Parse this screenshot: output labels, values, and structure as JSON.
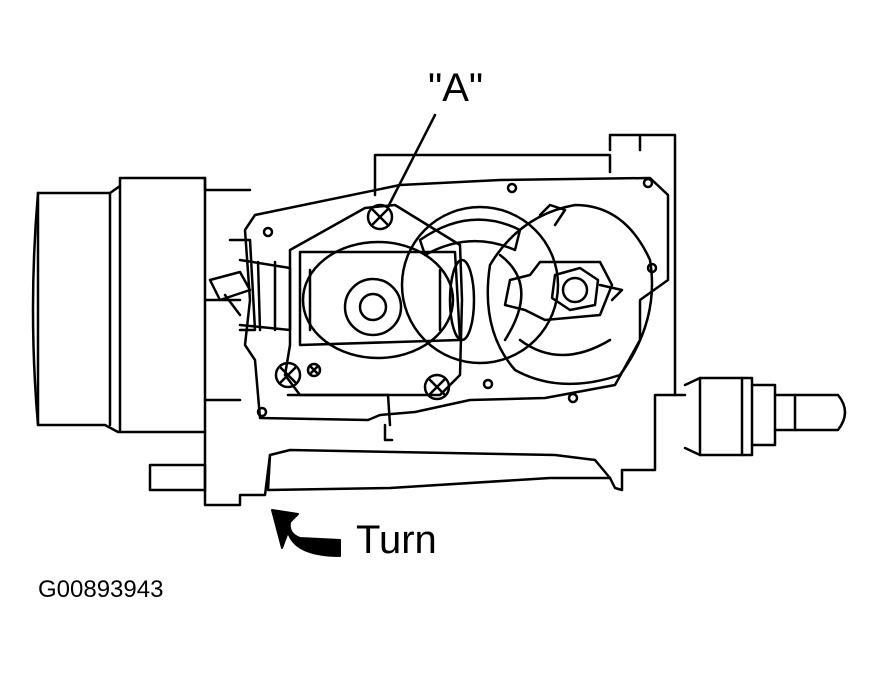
{
  "labels": {
    "callout_a": "\"A\"",
    "turn": "Turn",
    "figure_id": "G00893943"
  },
  "colors": {
    "ink": "#000000",
    "paper": "#ffffff"
  }
}
